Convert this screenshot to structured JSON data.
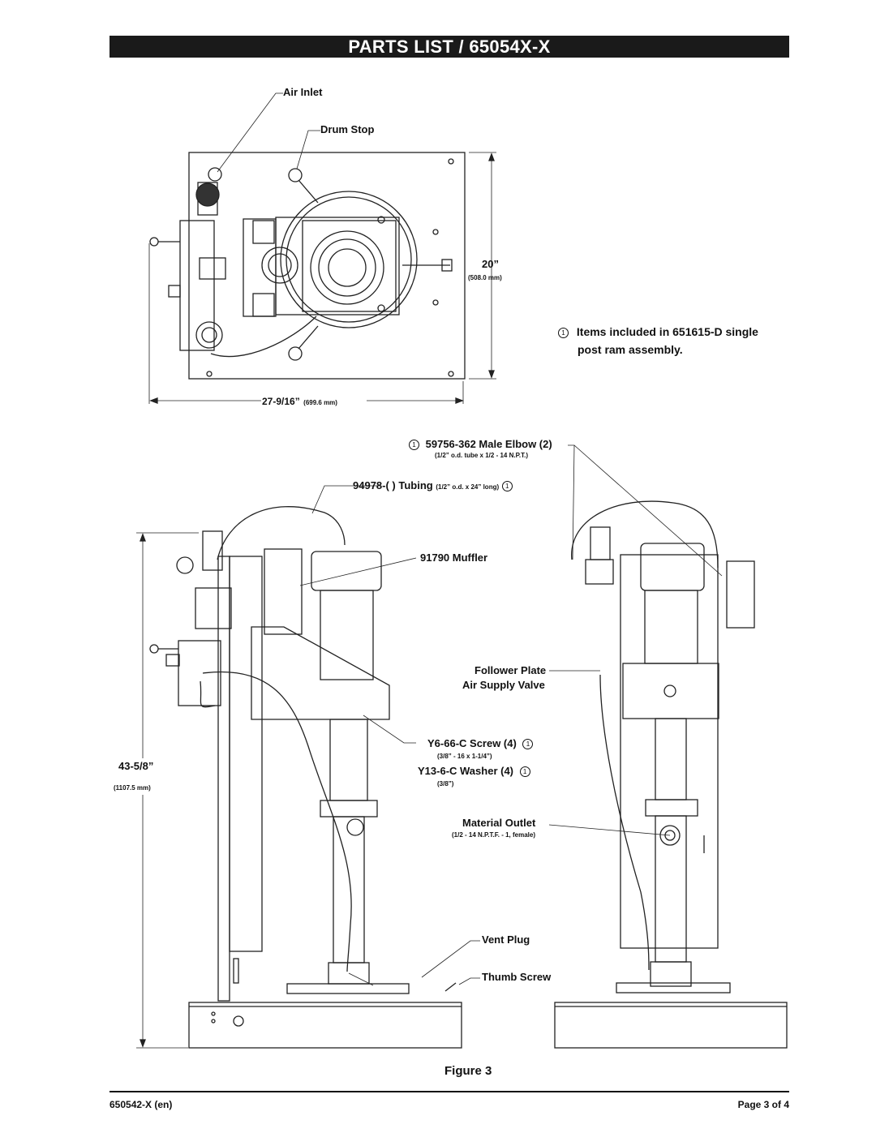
{
  "header": {
    "title": "PARTS LIST / 65054X-X"
  },
  "top_view": {
    "air_inlet": "Air Inlet",
    "drum_stop": "Drum Stop",
    "height_dim": "20”",
    "height_dim_mm": "(508.0 mm)",
    "width_dim": "27-9/16”",
    "width_dim_mm": "(699.6 mm)"
  },
  "note": {
    "marker": "1",
    "line1": "Items included in 651615-D single",
    "line2": "post ram assembly."
  },
  "callouts": {
    "male_elbow": "59756-362 Male Elbow (2)",
    "male_elbow_sub": "(1/2” o.d. tube x 1/2 - 14 N.P.T.)",
    "tubing": "94978-( ) Tubing",
    "tubing_sub": "(1/2” o.d. x 24” long)",
    "muffler": "91790 Muffler",
    "follower_plate": "Follower Plate",
    "air_supply_valve": "Air Supply Valve",
    "screw": "Y6-66-C Screw (4)",
    "screw_sub": "(3/8” - 16 x 1-1/4”)",
    "washer": "Y13-6-C Washer (4)",
    "washer_sub": "(3/8”)",
    "material_outlet": "Material Outlet",
    "material_outlet_sub": "(1/2 - 14 N.P.T.F. - 1, female)",
    "vent_plug": "Vent Plug",
    "thumb_screw": "Thumb Screw"
  },
  "side_view": {
    "height_dim": "43-5/8”",
    "height_dim_mm": "(1107.5 mm)"
  },
  "figure_caption": "Figure 3",
  "footer": {
    "doc_number": "650542-X (en)",
    "page": "Page 3 of 4"
  }
}
